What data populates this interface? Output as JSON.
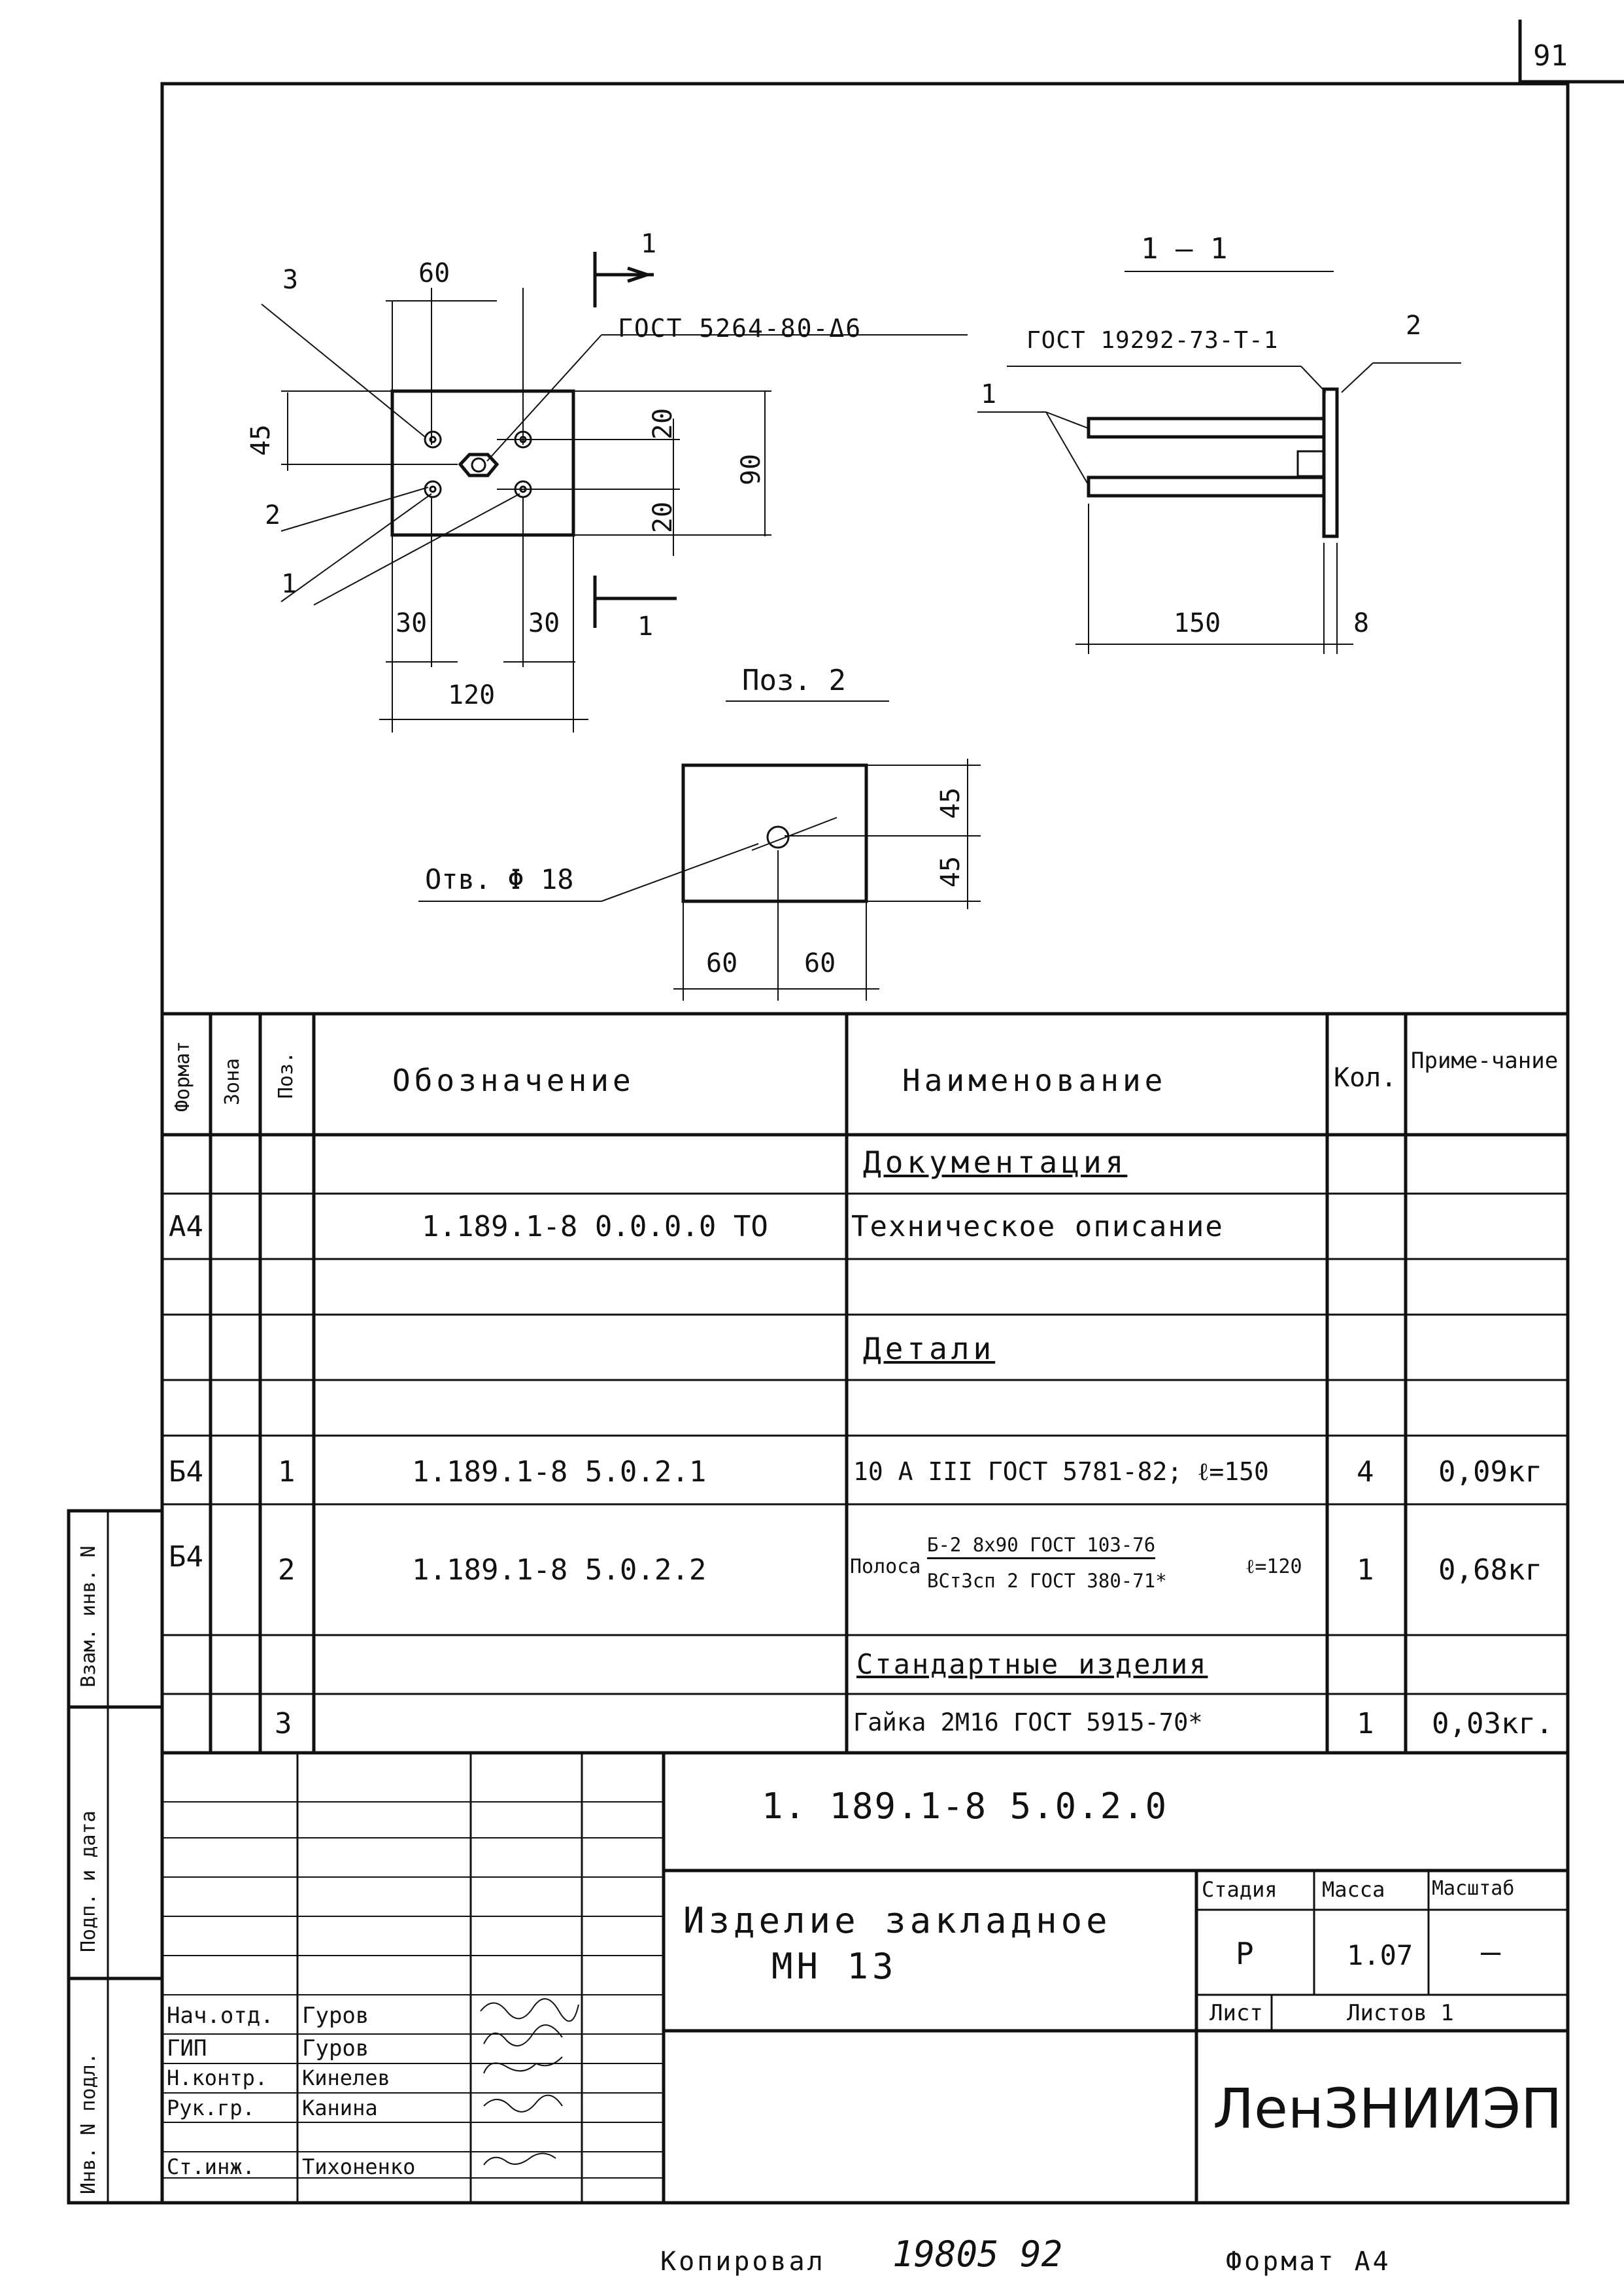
{
  "sheet_number": "91",
  "drawing": {
    "section_mark": "1",
    "section_title": "1 — 1",
    "weld_std_left": "ГОСТ 5264-80-Δ6",
    "weld_std_right": "ГОСТ 19292-73-Т-1",
    "callouts": {
      "p1": "1",
      "p2": "2",
      "p3": "3"
    },
    "dims_plan": {
      "top": "60",
      "left": "45",
      "right_inner1": "20",
      "right_inner2": "20",
      "right_total": "90",
      "bottom_left": "30",
      "bottom_right": "30",
      "bottom_total": "120"
    },
    "dims_section": {
      "length": "150",
      "thickness": "8"
    },
    "pos2_label": "Поз. 2",
    "hole_label": "Отв. Φ 18",
    "dims_pos2": {
      "right_top": "45",
      "right_bottom": "45",
      "bottom_left": "60",
      "bottom_right": "60"
    }
  },
  "spec": {
    "headers": {
      "format": "Формат",
      "zone": "Зона",
      "pos": "Поз.",
      "designation": "Обозначение",
      "name": "Наименование",
      "qty": "Кол.",
      "note": "Приме-чание"
    },
    "rows": [
      {
        "format": "",
        "pos": "",
        "designation": "",
        "name": "Документация",
        "qty": "",
        "note": ""
      },
      {
        "format": "А4",
        "pos": "",
        "designation": "1.189.1-8 0.0.0.0 ТО",
        "name": "Техническое описание",
        "qty": "",
        "note": ""
      },
      {
        "format": "",
        "pos": "",
        "designation": "",
        "name": "",
        "qty": "",
        "note": ""
      },
      {
        "format": "",
        "pos": "",
        "designation": "",
        "name": "Детали",
        "qty": "",
        "note": ""
      },
      {
        "format": "",
        "pos": "",
        "designation": "",
        "name": "",
        "qty": "",
        "note": ""
      },
      {
        "format": "Б4",
        "pos": "1",
        "designation": "1.189.1-8 5.0.2.1",
        "name": "10 А III ГОСТ 5781-82; ℓ=150",
        "qty": "4",
        "note": "0,09кг"
      },
      {
        "format": "Б4",
        "pos": "2",
        "designation": "1.189.1-8 5.0.2.2",
        "name_prefix": "Полоса",
        "name_top": "Б-2 8x90 ГОСТ 103-76",
        "name_bottom": "ВСт3сп 2 ГОСТ 380-71*",
        "name_suffix": "ℓ=120",
        "qty": "1",
        "note": "0,68кг"
      },
      {
        "format": "",
        "pos": "",
        "designation": "",
        "name": "Стандартные изделия",
        "qty": "",
        "note": ""
      },
      {
        "format": "",
        "pos": "3",
        "designation": "",
        "name": "Гайка 2М16 ГОСТ 5915-70*",
        "qty": "1",
        "note": "0,03кг."
      }
    ]
  },
  "side_stamp": {
    "a": "Взам. инв. N",
    "b": "Подп. и дата",
    "c": "Инв. N подл."
  },
  "title_block": {
    "code": "1. 189.1-8  5.0.2.0",
    "name_line1": "Изделие закладное",
    "name_line2": "МН 13",
    "stage_label": "Стадия",
    "mass_label": "Масса",
    "scale_label": "Масштаб",
    "stage": "Р",
    "mass": "1.07",
    "scale": "—",
    "sheet_label": "Лист",
    "sheets_label": "Листов 1",
    "org": "ЛенЗНИИЭП",
    "people": [
      {
        "role": "Нач.отд.",
        "name": "Гуров"
      },
      {
        "role": "ГИП",
        "name": "Гуров"
      },
      {
        "role": "Н.контр.",
        "name": "Кинелев"
      },
      {
        "role": "Рук.гр.",
        "name": "Канина"
      },
      {
        "role": "Ст.инж.",
        "name": "Тихоненко"
      }
    ]
  },
  "footer": {
    "copied_label": "Копировал",
    "copy_number": "19805 92",
    "format_label": "Формат А4"
  }
}
